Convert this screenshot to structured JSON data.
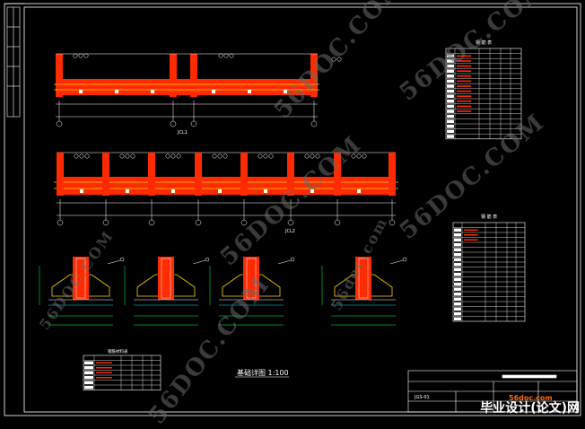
{
  "drawing": {
    "detail_title": "基础详图 1:100",
    "plan_label_1": "JCL1",
    "plan_label_2": "JCL2",
    "table_1_title": "钢 筋 表",
    "table_2_title": "钢 筋 表",
    "table_3_title": "钢筋材料表",
    "title_block_code": "JGS-01"
  },
  "watermarks": {
    "large": "56DOC.COM",
    "vertical": "56doc.com"
  },
  "branding": {
    "domain": "56doc.com",
    "label": "毕业设计(论文)网"
  },
  "colors": {
    "background": "#000000",
    "rebar": "#ff2a00",
    "line": "#ffffff",
    "green": "#00ff44",
    "yellow": "#ffd400",
    "cyan": "#00e5ff"
  }
}
